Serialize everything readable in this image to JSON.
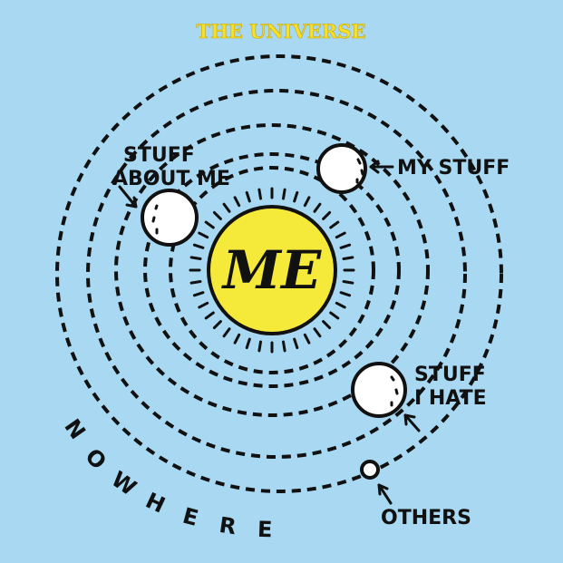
{
  "title": "THE UNIVERSE",
  "center_label": "ME",
  "labels": {
    "stuff_about_me_line1": "STUFF",
    "stuff_about_me_line2": "ABOUT ME",
    "my_stuff": "MY STUFF",
    "stuff_i_hate_line1": "STUFF",
    "stuff_i_hate_line2": "I HATE",
    "others": "OTHERS",
    "nowhere_letters": [
      "N",
      "O",
      "W",
      "H",
      "E",
      "R",
      "E"
    ]
  },
  "colors": {
    "background": "#a8d8f2",
    "sun": "#f5ea3a",
    "title": "#f6e02a",
    "ink": "#111111"
  }
}
